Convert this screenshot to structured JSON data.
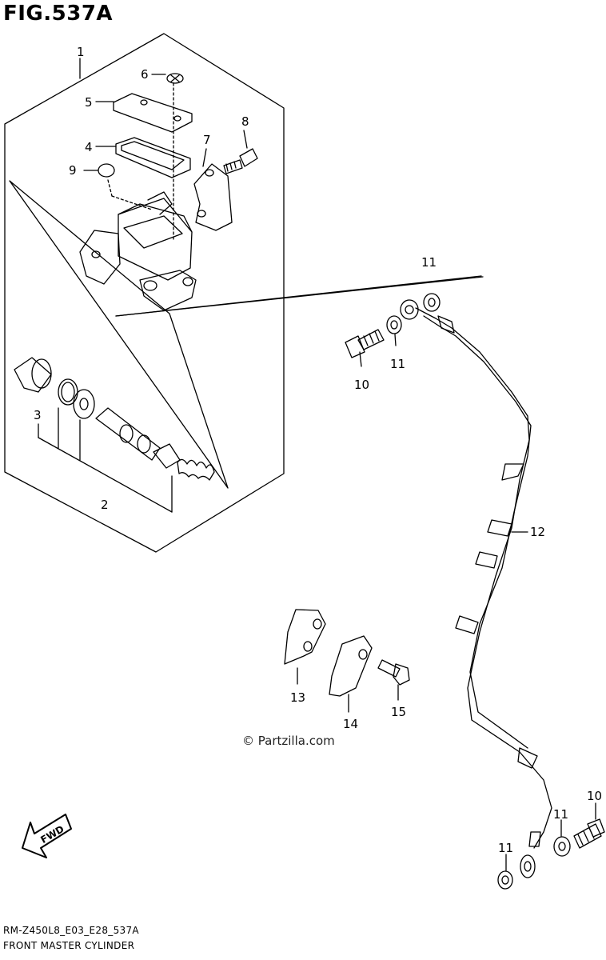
{
  "figure": {
    "title": "FIG.537A",
    "watermark": "© Partzilla.com",
    "footer_code": "RM-Z450L8_E03_E28_537A",
    "footer_name": "FRONT MASTER CYLINDER",
    "fwd_label": "FWD"
  },
  "callouts": {
    "c1": "1",
    "c2": "2",
    "c3": "3",
    "c4": "4",
    "c5": "5",
    "c6": "6",
    "c7": "7",
    "c8": "8",
    "c9": "9",
    "c10a": "10",
    "c10b": "10",
    "c11a": "11",
    "c11b": "11",
    "c11c": "11",
    "c11d": "11",
    "c12": "12",
    "c13": "13",
    "c14": "14",
    "c15": "15"
  },
  "icons": {
    "fwd_arrow": "fwd-arrow-icon"
  }
}
